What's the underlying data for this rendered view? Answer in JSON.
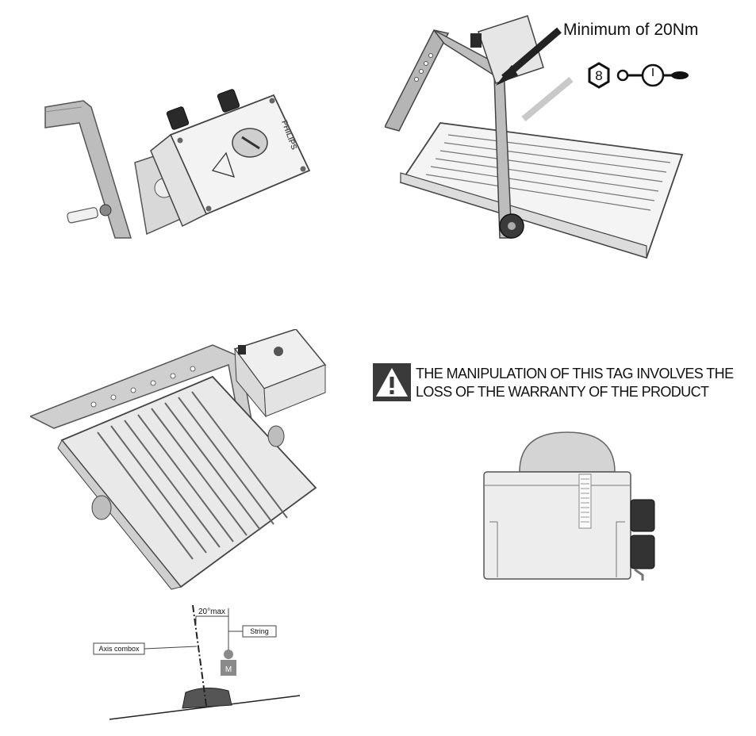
{
  "torque_callout": {
    "label": "Minimum of 20Nm",
    "hex_size": "8"
  },
  "warning": {
    "line1": "THE MANIPULATION OF THIS TAG INVOLVES THE",
    "line2": "LOSS OF THE WARRANTY OF THE PRODUCT"
  },
  "combox_box": {
    "brand": "PHILIPS"
  },
  "tilt_diagram": {
    "angle_label": "20°max",
    "string_label": "String",
    "axis_label": "Axis combox",
    "mass_label": "M"
  }
}
